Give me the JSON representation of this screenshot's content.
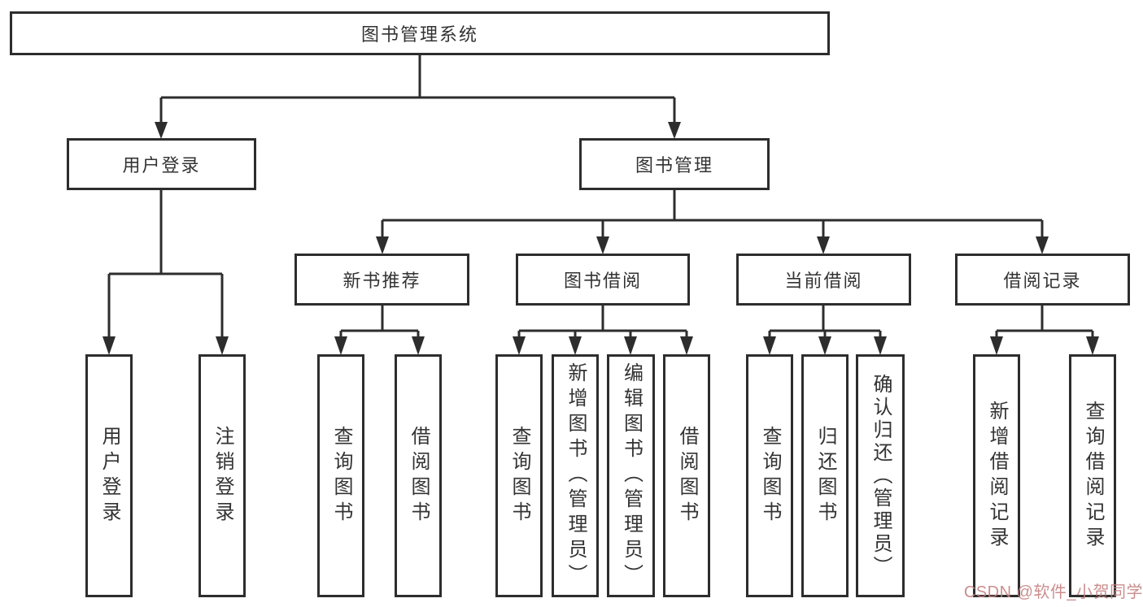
{
  "diagram": {
    "root": {
      "label": "图书管理系统"
    },
    "branches": {
      "user_login": {
        "label": "用户登录",
        "leaves": [
          "用户登录",
          "注销登录"
        ]
      },
      "book_management": {
        "label": "图书管理",
        "sections": {
          "new_book_recommend": {
            "label": "新书推荐",
            "leaves": [
              "查询图书",
              "借阅图书"
            ]
          },
          "book_borrowing": {
            "label": "图书借阅",
            "leaves": [
              "查询图书",
              "新增图书（管理员）",
              "编辑图书（管理员）",
              "借阅图书"
            ]
          },
          "current_borrowing": {
            "label": "当前借阅",
            "leaves": [
              "查询图书",
              "归还图书",
              "确认归还（管理员）"
            ]
          },
          "borrowing_records": {
            "label": "借阅记录",
            "leaves": [
              "新增借阅记录",
              "查询借阅记录"
            ]
          }
        }
      }
    },
    "line_color": "#2d2d2d"
  },
  "watermark": {
    "text": "CSDN @软件_小贺同学"
  }
}
